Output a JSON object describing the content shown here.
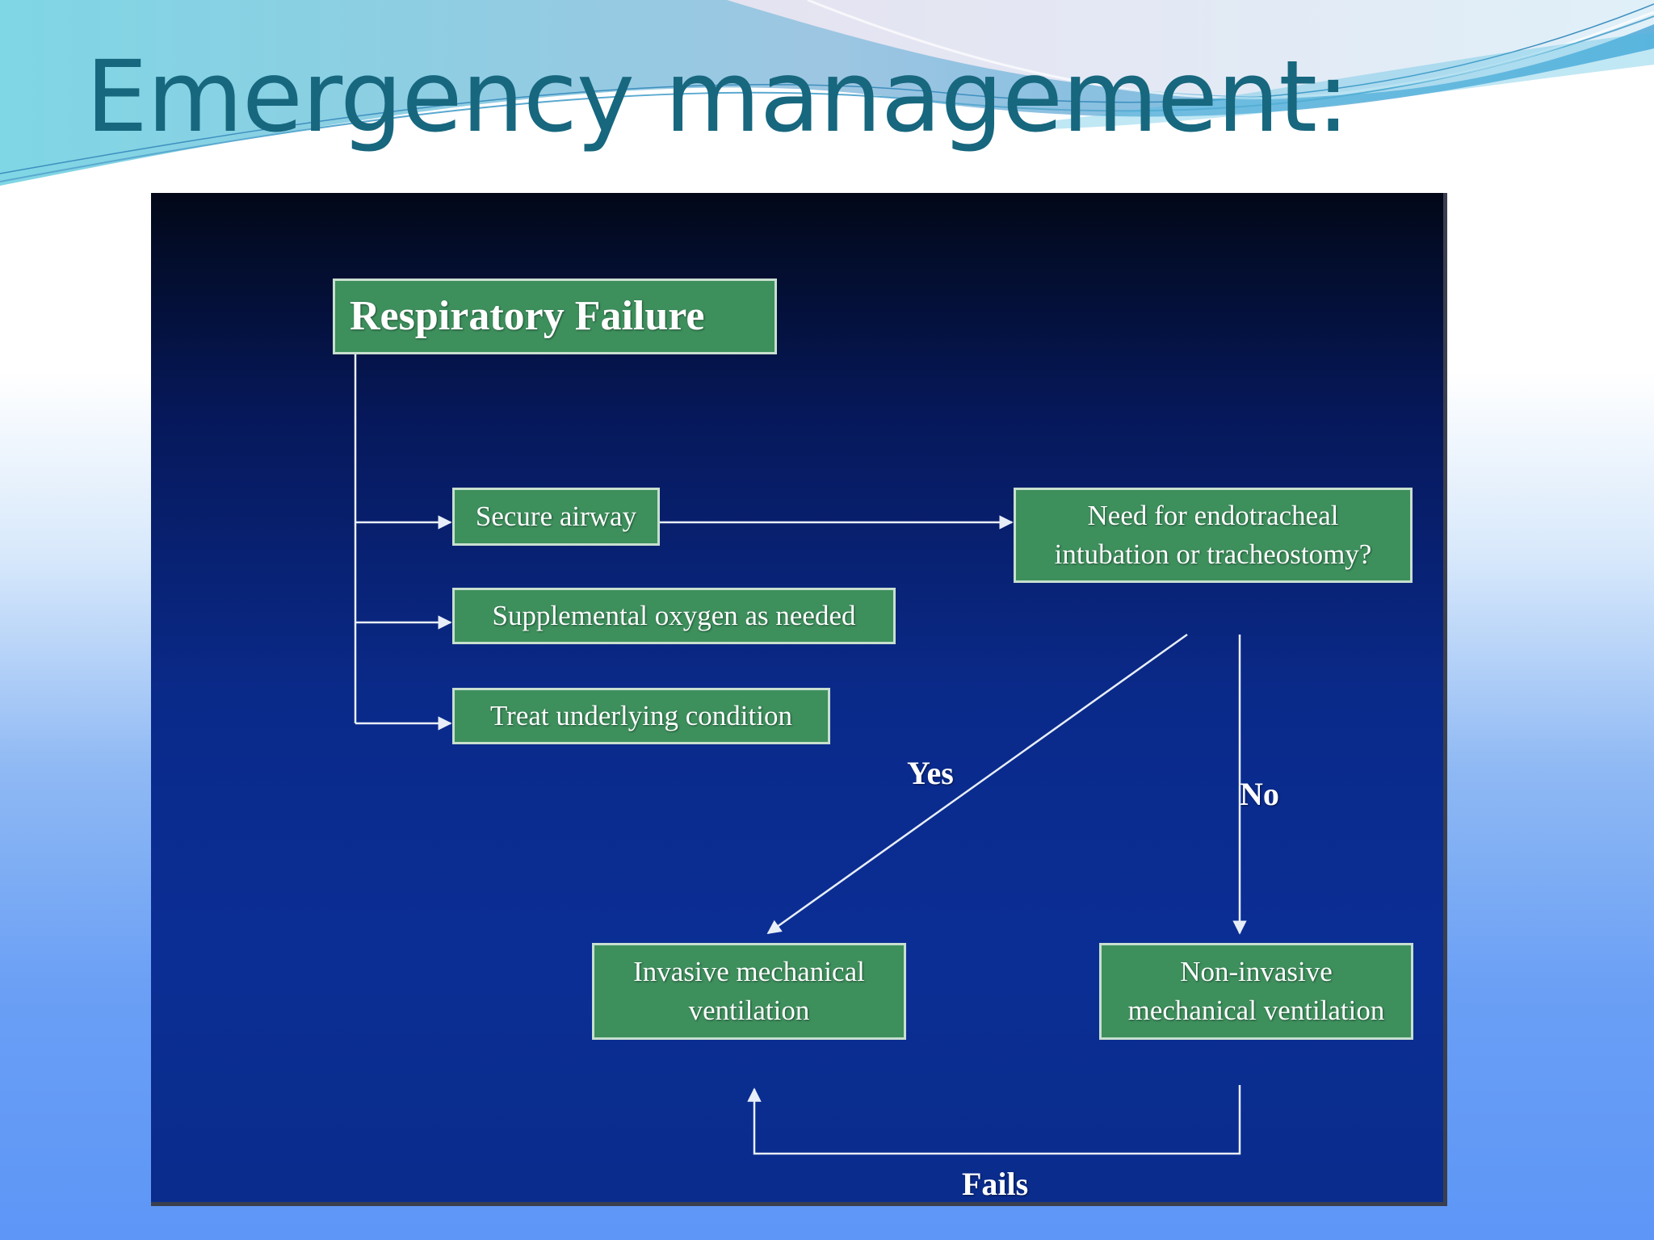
{
  "slide": {
    "title": "Emergency management:"
  },
  "flowchart": {
    "root": "Respiratory Failure",
    "actions": {
      "secure_airway": "Secure airway",
      "supplemental_oxygen": "Supplemental oxygen as needed",
      "treat_condition": "Treat underlying condition"
    },
    "decision": {
      "line1": "Need for endotracheal",
      "line2": "intubation or tracheostomy?"
    },
    "outcomes": {
      "invasive": {
        "line1": "Invasive mechanical",
        "line2": "ventilation"
      },
      "noninvasive": {
        "line1": "Non-invasive",
        "line2": "mechanical ventilation"
      }
    },
    "edge_labels": {
      "yes": "Yes",
      "no": "No",
      "fails": "Fails"
    }
  },
  "colors": {
    "title_text": "#17677e",
    "node_fill": "#3d8f5c",
    "node_border": "#c7dfcf",
    "panel_dark": "#020818",
    "panel_blue": "#0b2e95",
    "connector": "#e8eef8"
  }
}
